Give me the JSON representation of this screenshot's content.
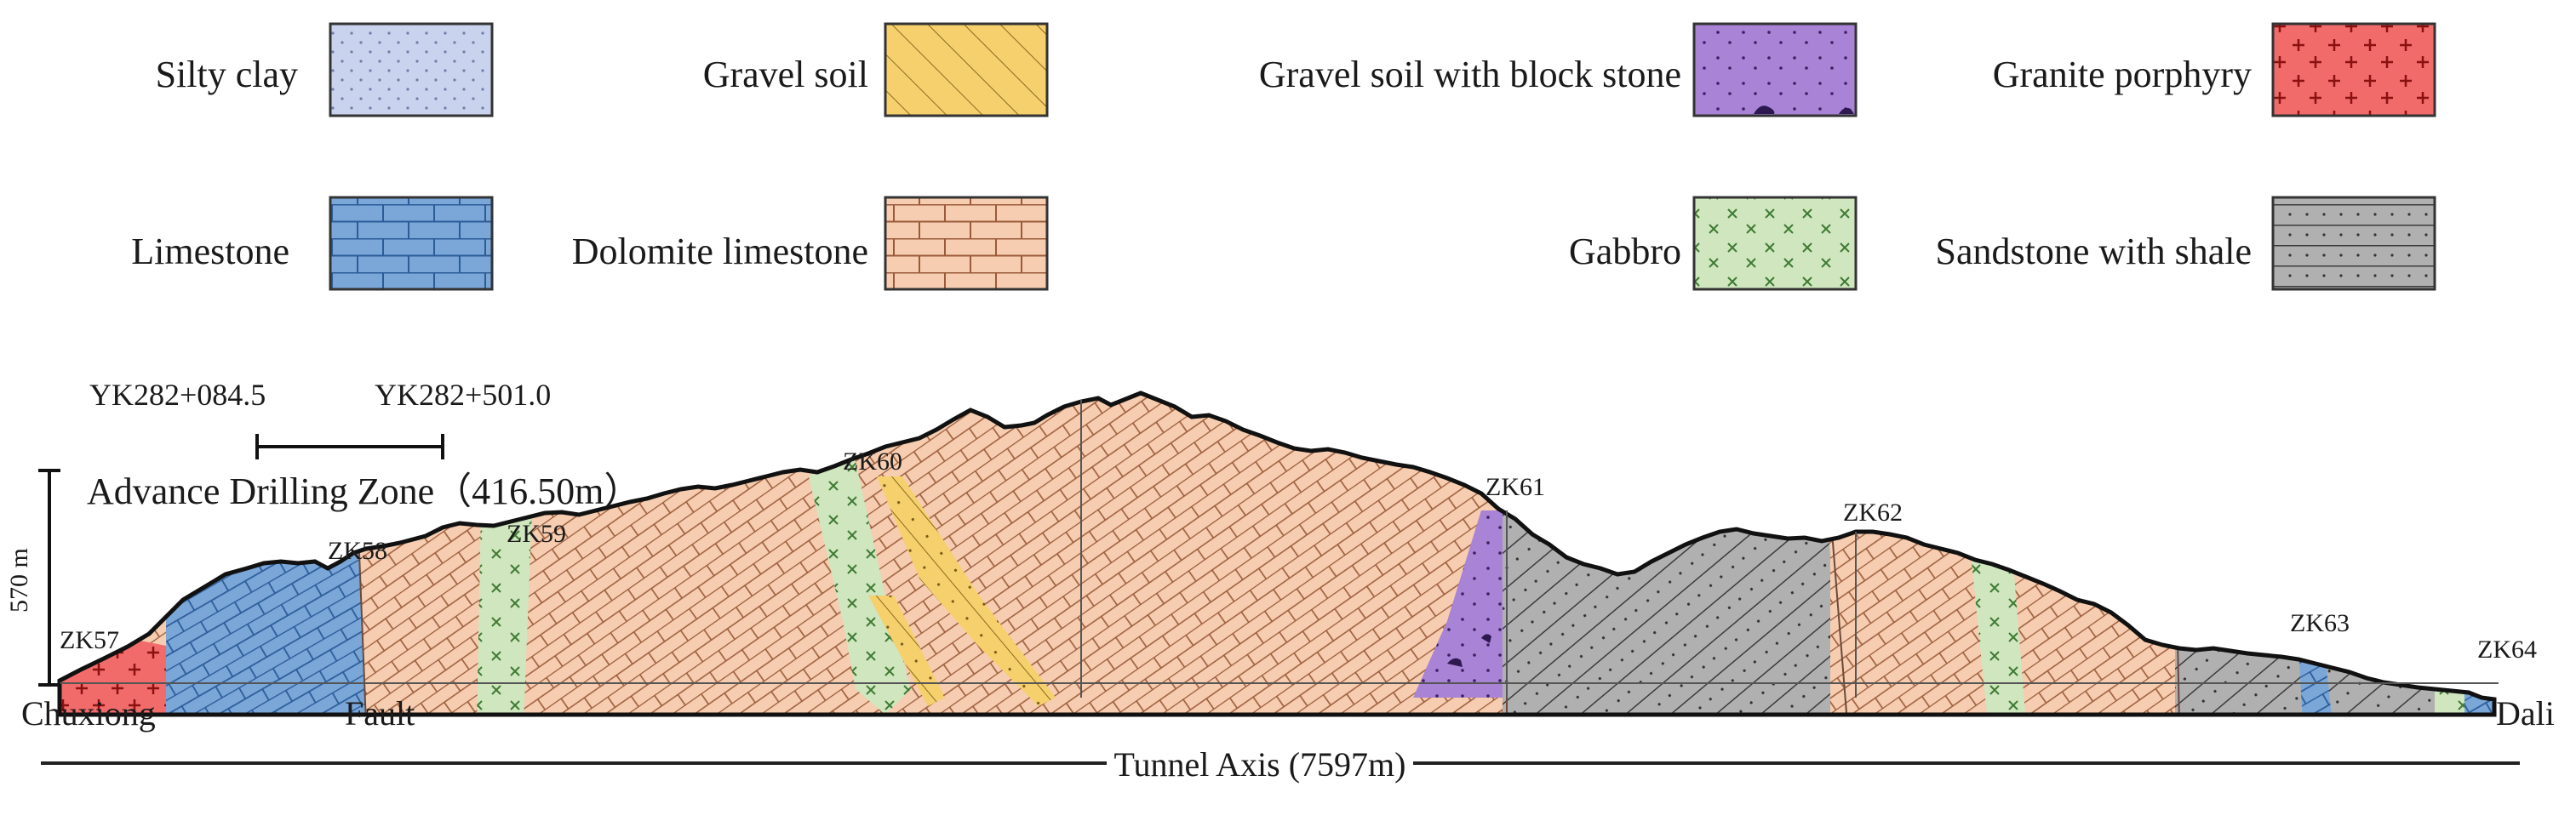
{
  "legend": [
    {
      "id": "silty-clay",
      "label": "Silty clay",
      "pattern": "dots",
      "fill": "#c9d3ee"
    },
    {
      "id": "gravel-soil",
      "label": "Gravel soil",
      "pattern": "hatch",
      "fill": "#f6d06c"
    },
    {
      "id": "gravel-soil-block",
      "label": "Gravel soil with block stone",
      "pattern": "dots-blocks",
      "fill": "#a883d6"
    },
    {
      "id": "granite-porphyry",
      "label": "Granite porphyry",
      "pattern": "plus",
      "fill": "#f26b6b"
    },
    {
      "id": "limestone",
      "label": "Limestone",
      "pattern": "bricks",
      "fill": "#7aa6d8"
    },
    {
      "id": "dolomite-limestone",
      "label": "Dolomite limestone",
      "pattern": "bricks",
      "fill": "#f6cdb0"
    },
    {
      "id": "gabbro",
      "label": "Gabbro",
      "pattern": "crosses",
      "fill": "#cfe6bf"
    },
    {
      "id": "sandstone-shale",
      "label": "Sandstone with shale",
      "pattern": "lines-dots",
      "fill": "#b0b0b0"
    }
  ],
  "profile": {
    "drilling_zone": {
      "start_chainage": "YK282+084.5",
      "end_chainage": "YK282+501.0",
      "label": "Advance  Drilling  Zone（416.50m）"
    },
    "scale_label": "570 m",
    "boreholes": [
      "ZK57",
      "ZK58",
      "ZK59",
      "ZK60",
      "ZK61",
      "ZK62",
      "ZK63",
      "ZK64"
    ],
    "start_label": "Chuxiong",
    "fault_label": "Fault",
    "end_label": "Dali",
    "axis_label": "Tunnel Axis (7597m)"
  },
  "colors": {
    "silty_clay": "#c9d3ee",
    "gravel_soil": "#f6d06c",
    "gravel_block": "#a883d6",
    "granite": "#f26b6b",
    "limestone": "#7aa6d8",
    "dolomite": "#f6cdb0",
    "gabbro": "#cfe6bf",
    "sandstone": "#b0b0b0"
  }
}
